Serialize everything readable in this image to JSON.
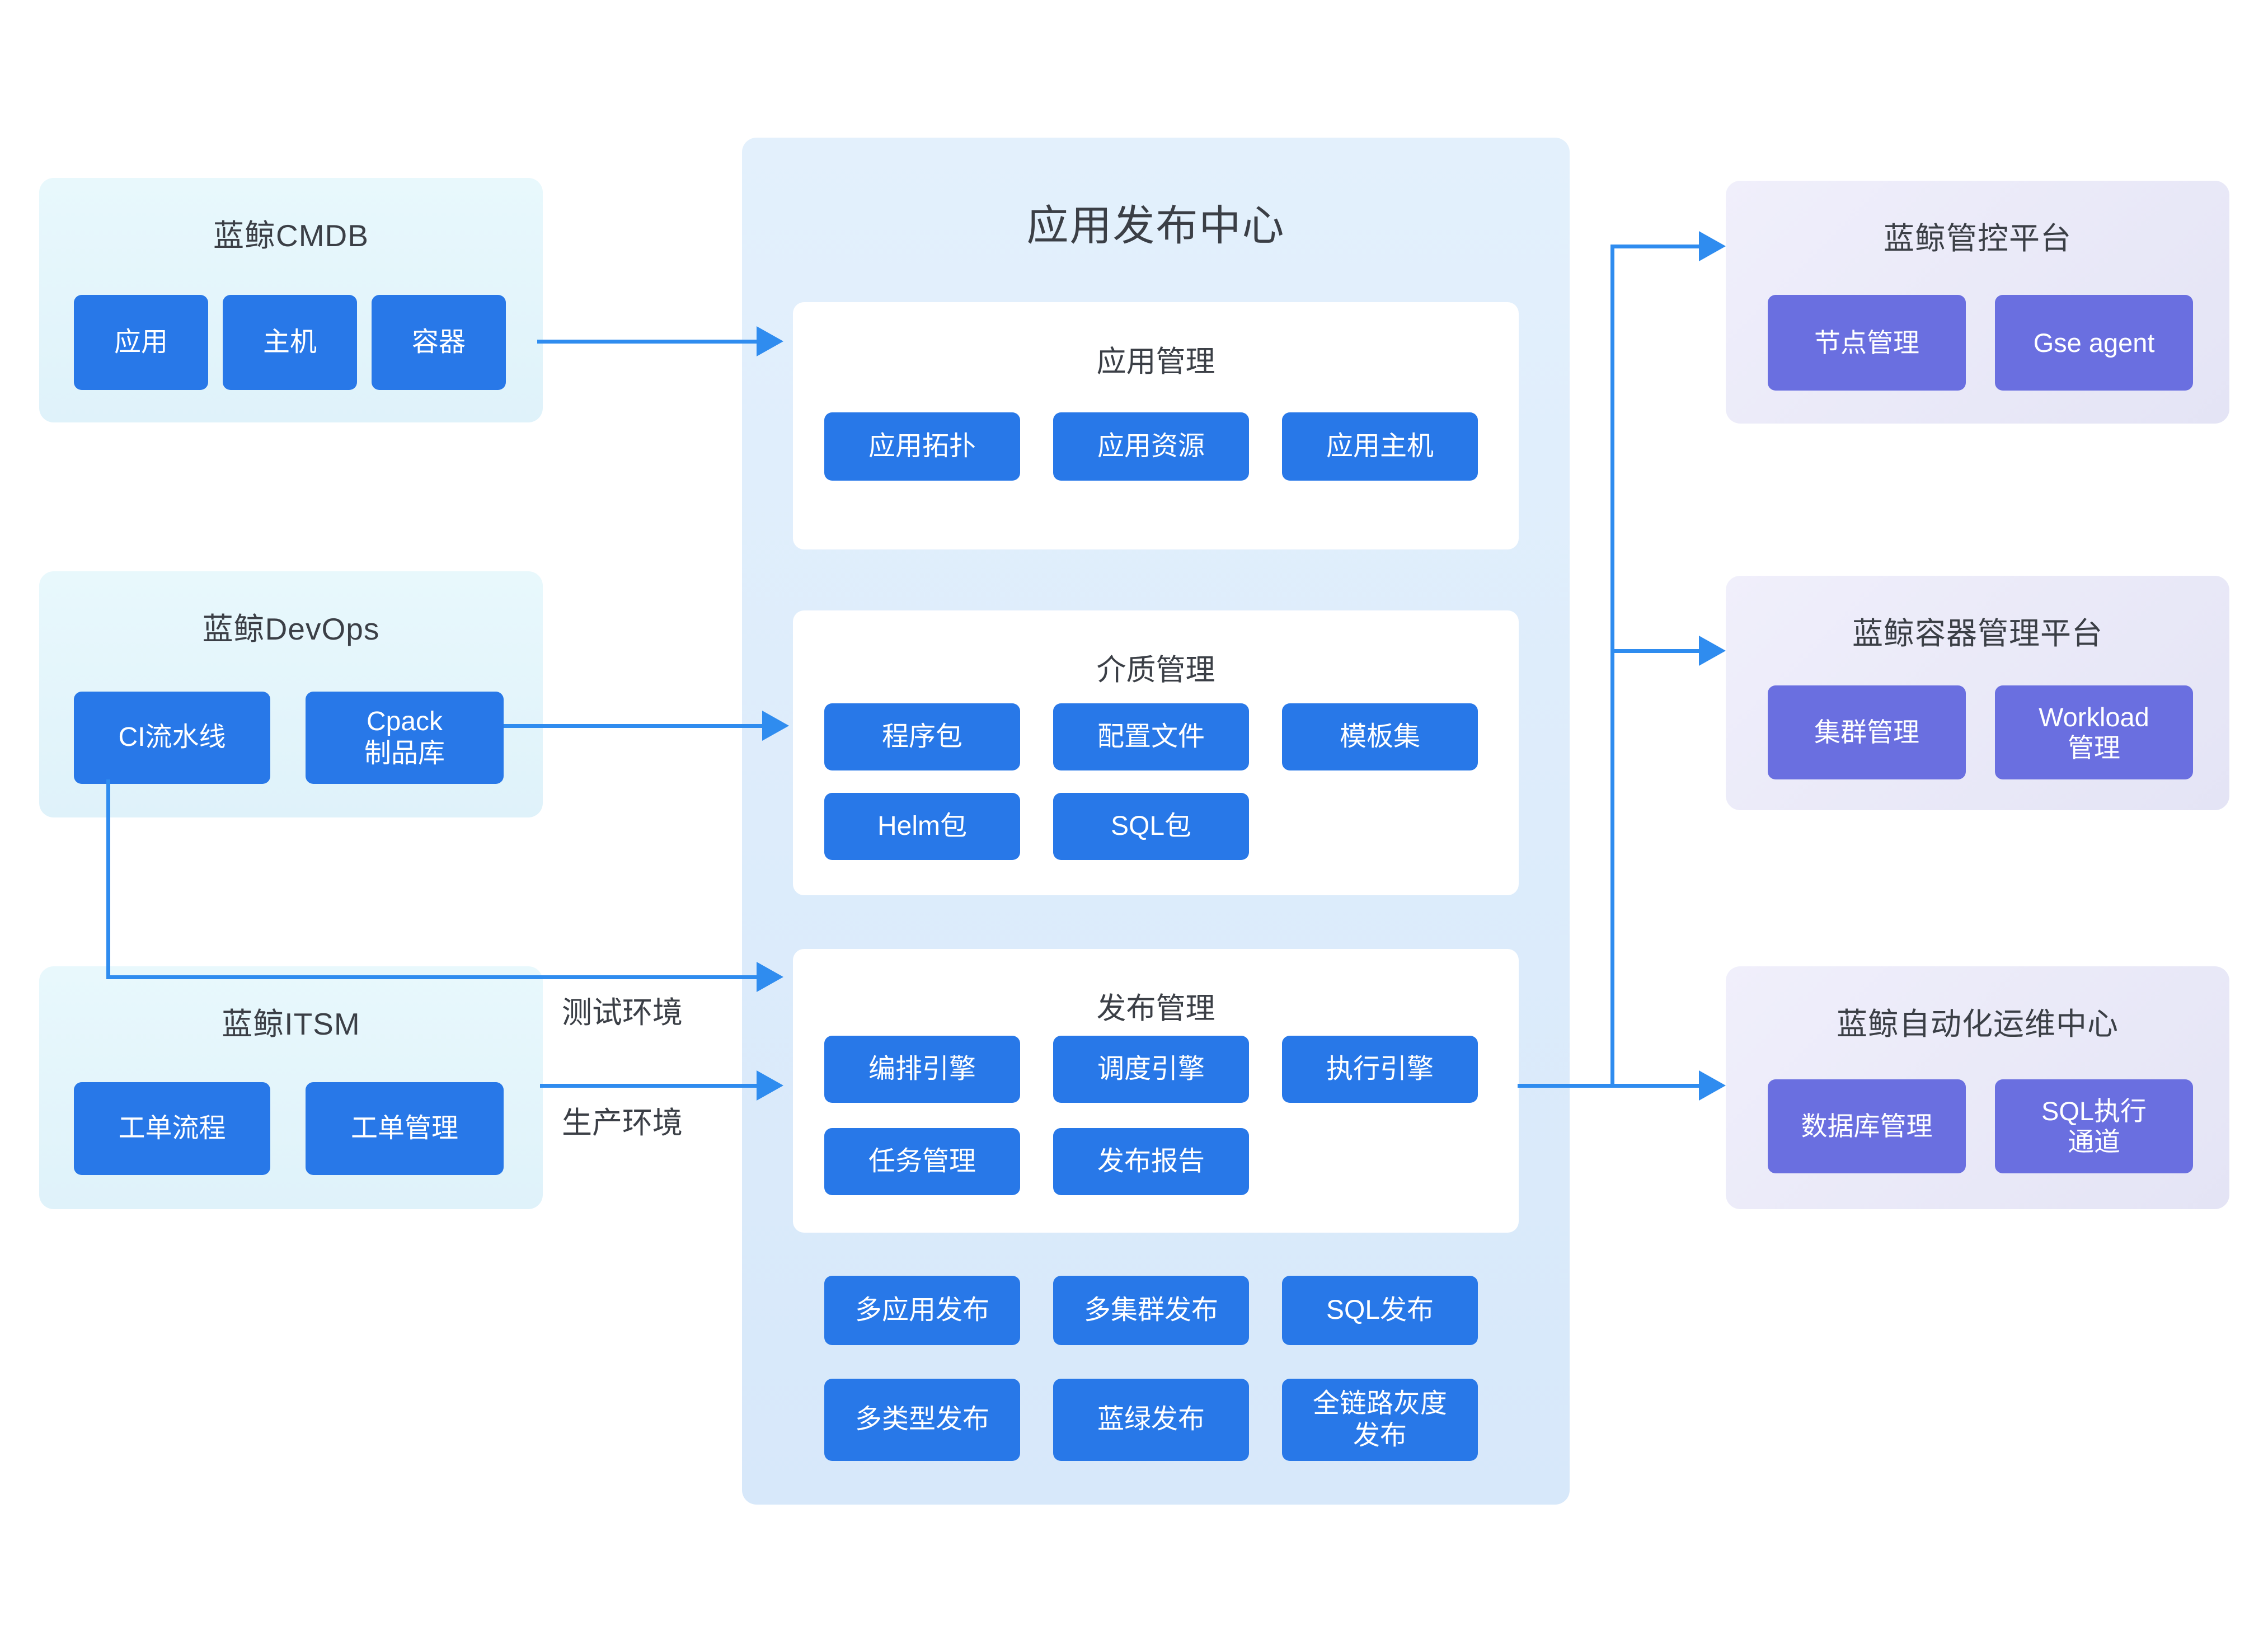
{
  "center": {
    "title": "应用发布中心",
    "cards": [
      {
        "title": "应用管理",
        "buttons": [
          "应用拓扑",
          "应用资源",
          "应用主机"
        ]
      },
      {
        "title": "介质管理",
        "buttons": [
          "程序包",
          "配置文件",
          "模板集",
          "Helm包",
          "SQL包"
        ]
      },
      {
        "title": "发布管理",
        "buttons": [
          "编排引擎",
          "调度引擎",
          "执行引擎",
          "任务管理",
          "发布报告"
        ]
      }
    ],
    "feature_buttons": [
      "多应用发布",
      "多集群发布",
      "SQL发布",
      "多类型发布",
      "蓝绿发布",
      "全链路灰度\n发布"
    ]
  },
  "left_boxes": [
    {
      "title": "蓝鲸CMDB",
      "buttons": [
        "应用",
        "主机",
        "容器"
      ]
    },
    {
      "title": "蓝鲸DevOps",
      "buttons": [
        "CI流水线",
        "Cpack\n制品库"
      ]
    },
    {
      "title": "蓝鲸ITSM",
      "buttons": [
        "工单流程",
        "工单管理"
      ]
    }
  ],
  "right_boxes": [
    {
      "title": "蓝鲸管控平台",
      "buttons": [
        "节点管理",
        "Gse agent"
      ]
    },
    {
      "title": "蓝鲸容器管理平台",
      "buttons": [
        "集群管理",
        "Workload\n管理"
      ]
    },
    {
      "title": "蓝鲸自动化运维中心",
      "buttons": [
        "数据库管理",
        "SQL执行\n通道"
      ]
    }
  ],
  "labels": {
    "test_env": "测试环境",
    "prod_env": "生产环境"
  },
  "colors": {
    "blue_button": "#2878E8",
    "purple_button": "#6A6FE0",
    "arrow": "#2F8CEF",
    "center_panel_bg": "#DCEBFA",
    "left_box_bg": "#E2F5FB",
    "right_box_bg": "#E9E9F7",
    "title_text": "#3B3F46",
    "button_text": "#FFFFFF"
  }
}
